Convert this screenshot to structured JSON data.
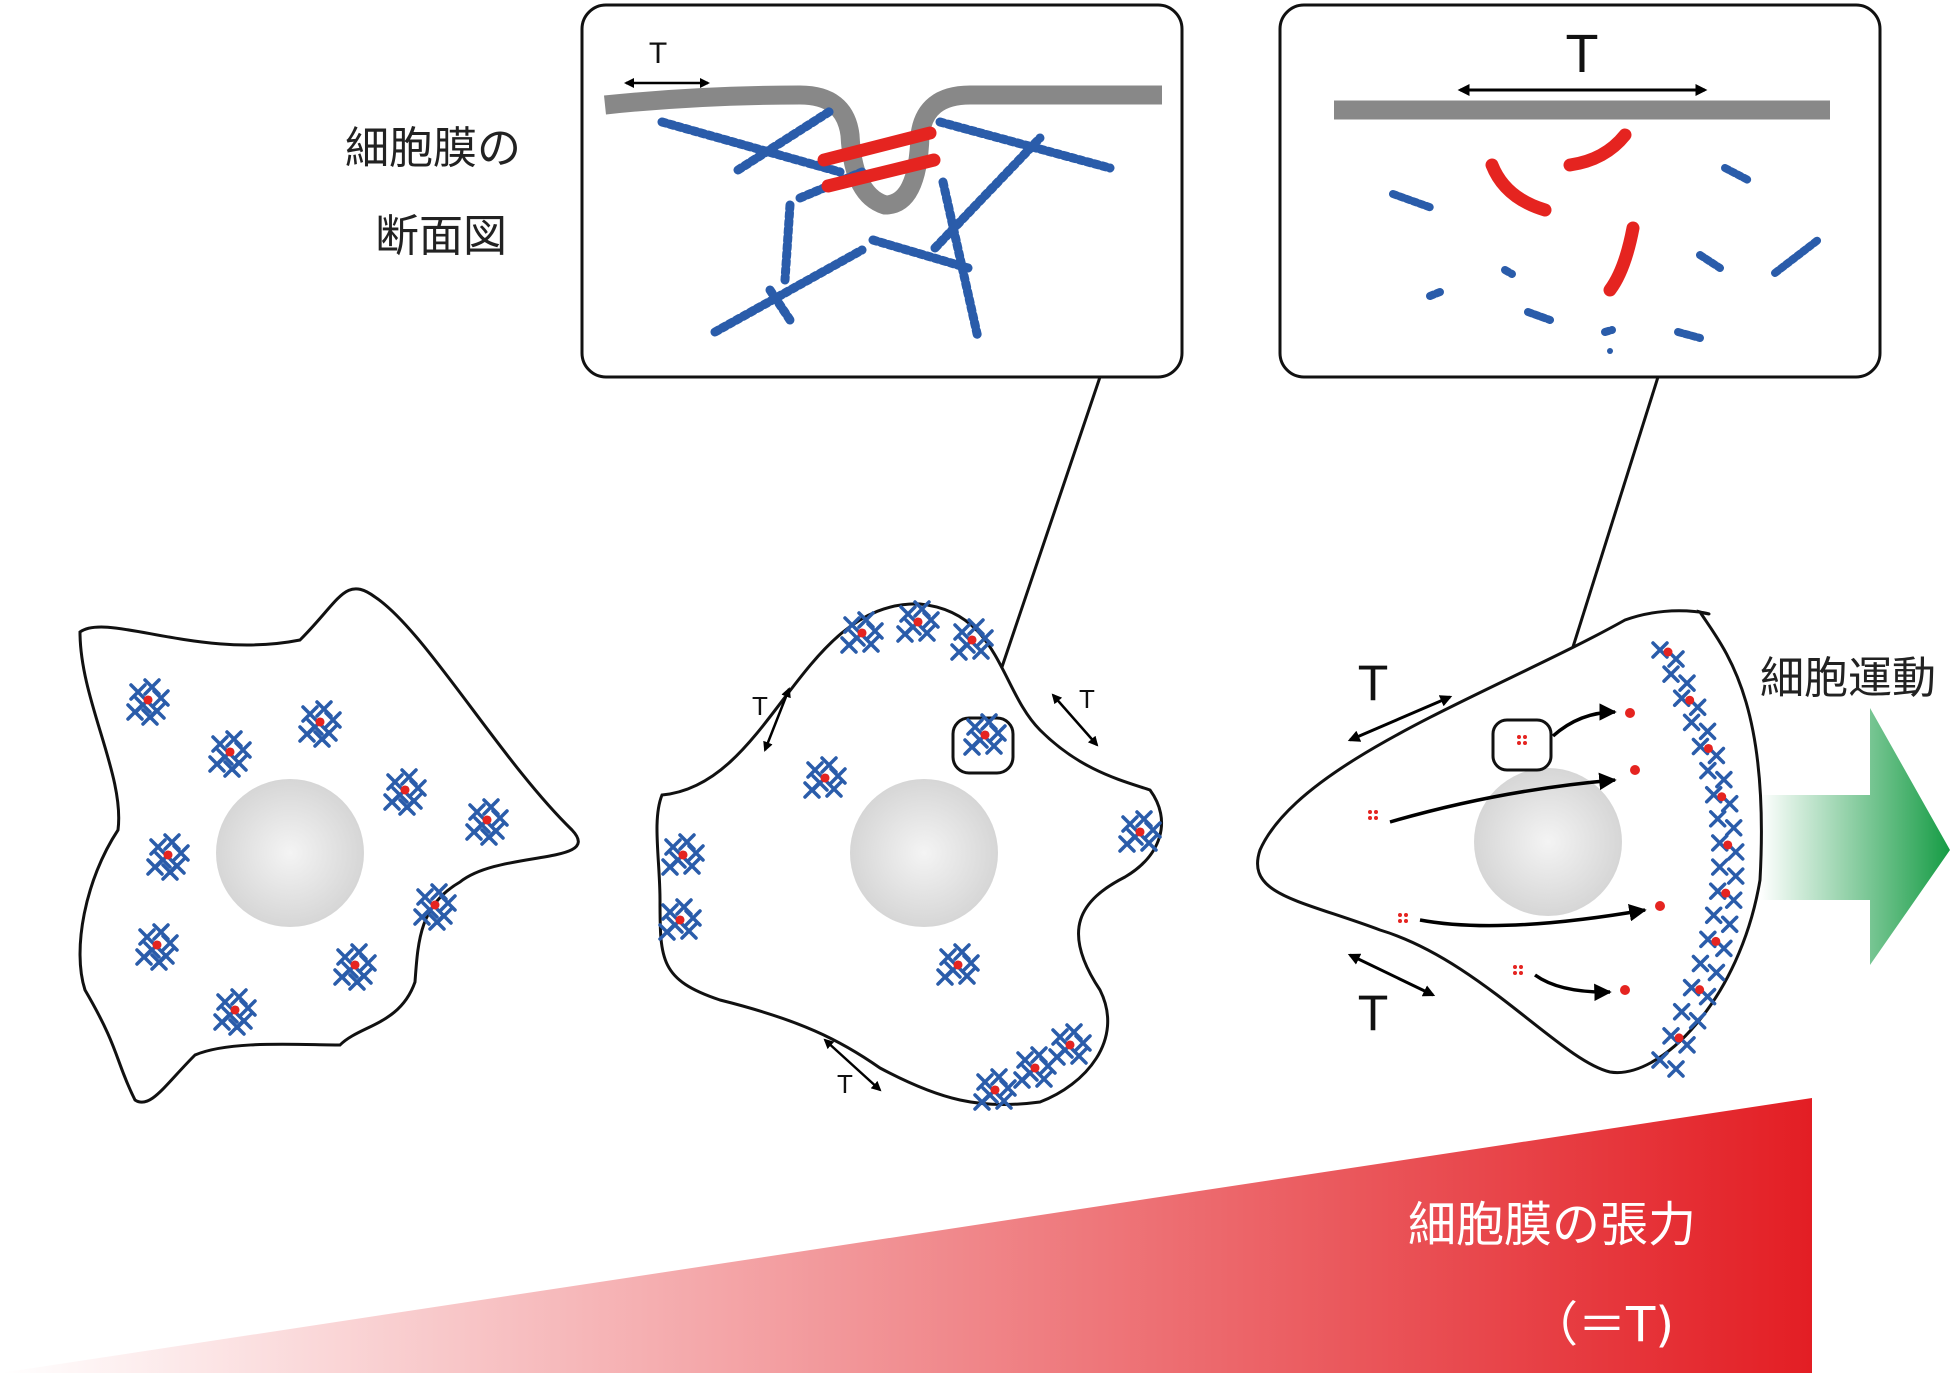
{
  "labels": {
    "cross_section_line1": "細胞膜の",
    "cross_section_line2": "断面図",
    "cell_motility": "細胞運動",
    "tension_line1": "細胞膜の張力",
    "tension_line2": "（＝T)",
    "tension_symbol": "T"
  },
  "colors": {
    "membrane": "#888888",
    "actin": "#2a5caa",
    "protein": "#e52420",
    "nucleus": "#dcdcdc",
    "motility_arrow": "#1a9a49",
    "tension_wedge": "#e31e24"
  },
  "icons": {
    "motility_arrow": "right-arrow-icon",
    "tension_arrow": "double-headed-arrow-icon"
  }
}
